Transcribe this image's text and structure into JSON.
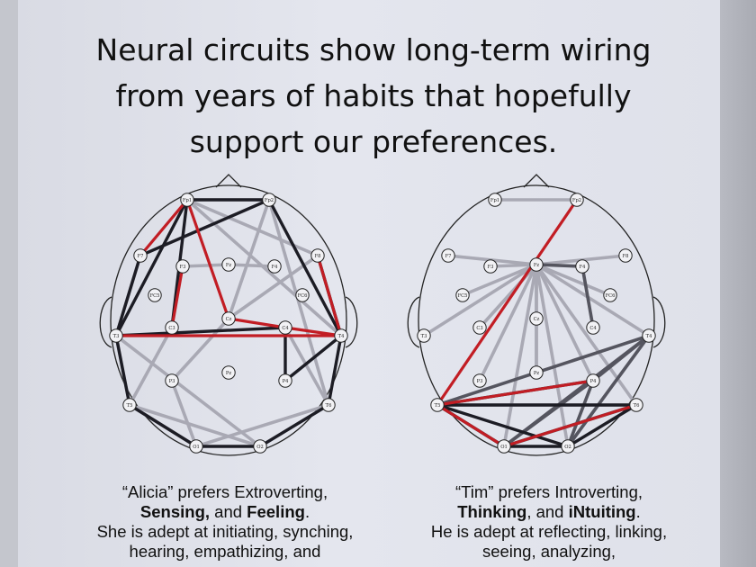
{
  "title": {
    "line1": "Neural circuits show long-term wiring",
    "line2": "from years of habits that hopefully",
    "line3": "support our preferences."
  },
  "colors": {
    "black_connection": "#1c1c24",
    "red_connection": "#c21d24",
    "gray_connection": "#a9a9b4",
    "dark_gray_connection": "#55555f"
  },
  "left_head": {
    "electrodes": [
      "Fp1",
      "Fp2",
      "F7",
      "F3",
      "Fz",
      "F4",
      "F8",
      "FC5",
      "FC6",
      "C3",
      "Cz",
      "C4",
      "T3",
      "T4",
      "P3",
      "Pz",
      "P4",
      "T5",
      "T6",
      "O1",
      "O2"
    ]
  },
  "right_head": {
    "electrodes": [
      "Fp1",
      "Fp2",
      "F7",
      "F3",
      "Fz",
      "F4",
      "F8",
      "FC5",
      "FC6",
      "C3",
      "Cz",
      "C4",
      "T3",
      "T4",
      "P3",
      "Pz",
      "P4",
      "T5",
      "T6",
      "O1",
      "O2"
    ]
  },
  "captions": {
    "left": {
      "l1": "“Alicia” prefers Extroverting,",
      "l2a": "Sensing,",
      "l2b": " and ",
      "l2c": "Feeling",
      "l2d": ".",
      "l3": "She is adept at initiating, synching,",
      "l4": "hearing, empathizing, and"
    },
    "right": {
      "l1": "“Tim” prefers Introverting,",
      "l2a": "Thinking",
      "l2b": ", and ",
      "l2c": "iNtuiting",
      "l2d": ".",
      "l3": "He is adept at reflecting, linking,",
      "l4": "seeing, analyzing,"
    }
  }
}
